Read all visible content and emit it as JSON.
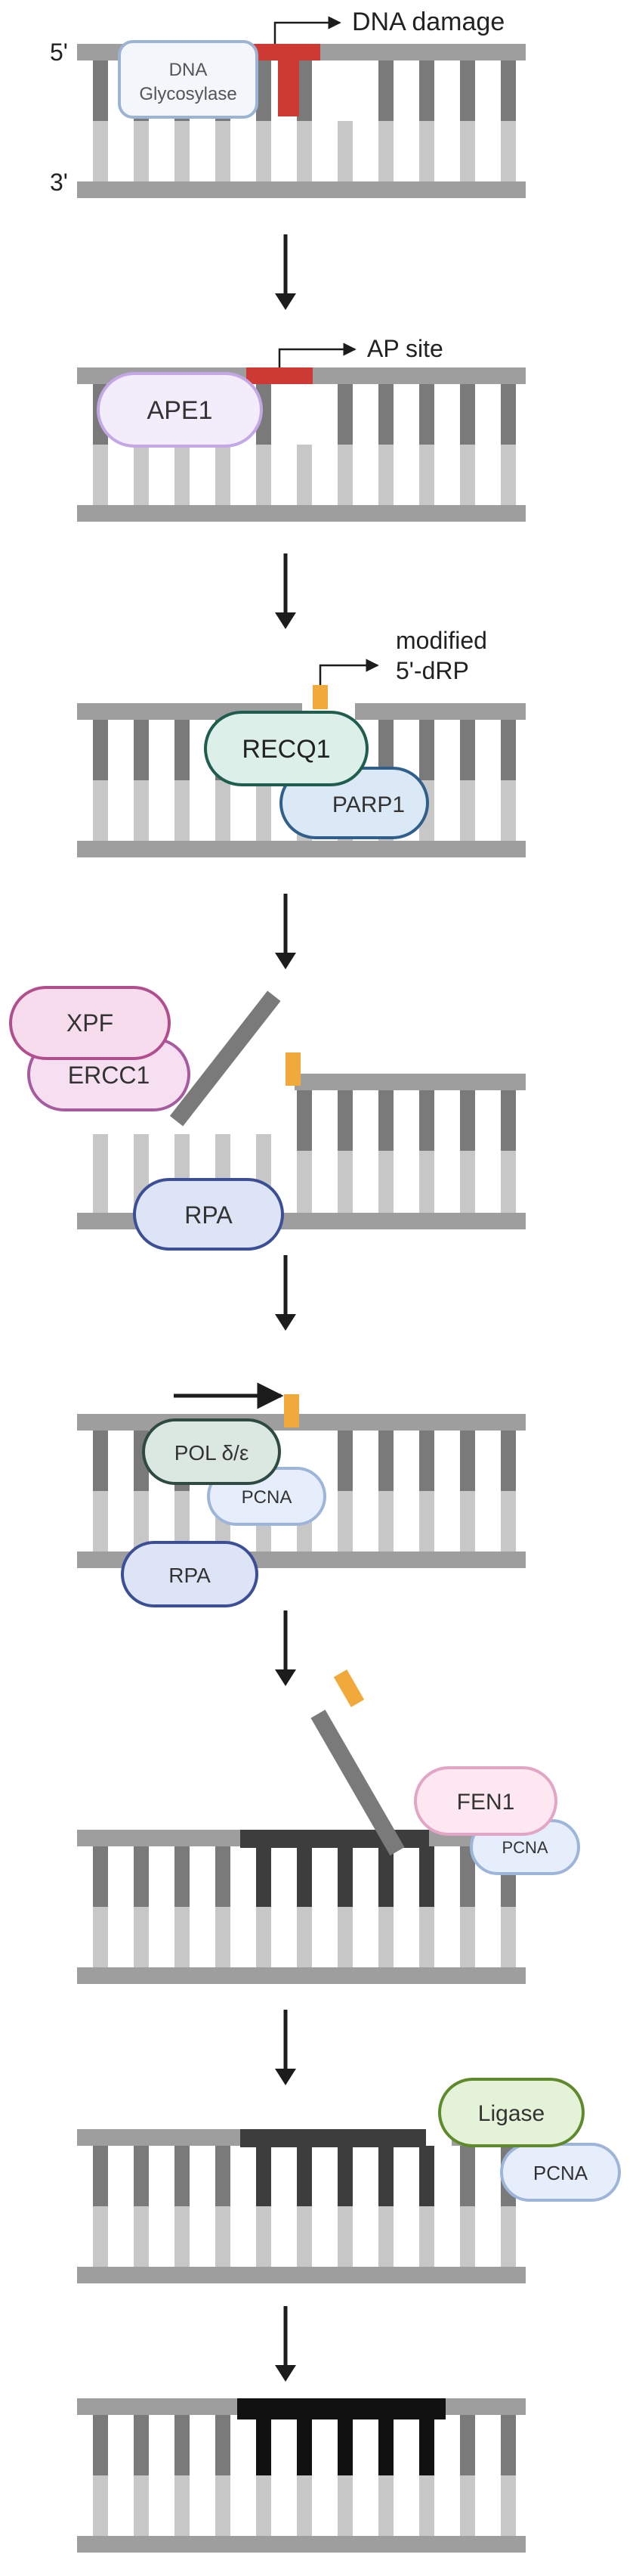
{
  "strand_labels": {
    "five_prime": "5'",
    "three_prime": "3'"
  },
  "steps": [
    {
      "proteins": [
        {
          "id": "dna-glycosylase",
          "lines": [
            "DNA",
            "Glycosylase"
          ]
        }
      ],
      "callout": {
        "lines": [
          "DNA damage"
        ]
      }
    },
    {
      "proteins": [
        {
          "id": "ape1",
          "lines": [
            "APE1"
          ]
        }
      ],
      "callout": {
        "lines": [
          "AP site"
        ]
      }
    },
    {
      "proteins": [
        {
          "id": "recq1",
          "lines": [
            "RECQ1"
          ]
        },
        {
          "id": "parp1",
          "lines": [
            "PARP1"
          ]
        }
      ],
      "callout": {
        "lines": [
          "modified",
          "5'-dRP"
        ]
      }
    },
    {
      "proteins": [
        {
          "id": "xpf",
          "lines": [
            "XPF"
          ]
        },
        {
          "id": "ercc1",
          "lines": [
            "ERCC1"
          ]
        },
        {
          "id": "rpa",
          "lines": [
            "RPA"
          ]
        }
      ]
    },
    {
      "proteins": [
        {
          "id": "pol",
          "lines": [
            "POL δ/ε"
          ]
        },
        {
          "id": "pcna",
          "lines": [
            "PCNA"
          ]
        },
        {
          "id": "rpa",
          "lines": [
            "RPA"
          ]
        }
      ]
    },
    {
      "proteins": [
        {
          "id": "fen1",
          "lines": [
            "FEN1"
          ]
        },
        {
          "id": "pcna",
          "lines": [
            "PCNA"
          ]
        }
      ]
    },
    {
      "proteins": [
        {
          "id": "ligase",
          "lines": [
            "Ligase"
          ]
        },
        {
          "id": "pcna",
          "lines": [
            "PCNA"
          ]
        }
      ]
    },
    {
      "proteins": []
    }
  ],
  "colors": {
    "strand": "#9e9e9e",
    "top_rung": "#7a7a7a",
    "bottom_rung": "#c7c7c7",
    "new_dna": "#3d3d3d",
    "ligated_dna": "#111111",
    "damage": "#cc3a33",
    "flap": "#f2a93b",
    "arrow": "#1c1c1c"
  }
}
